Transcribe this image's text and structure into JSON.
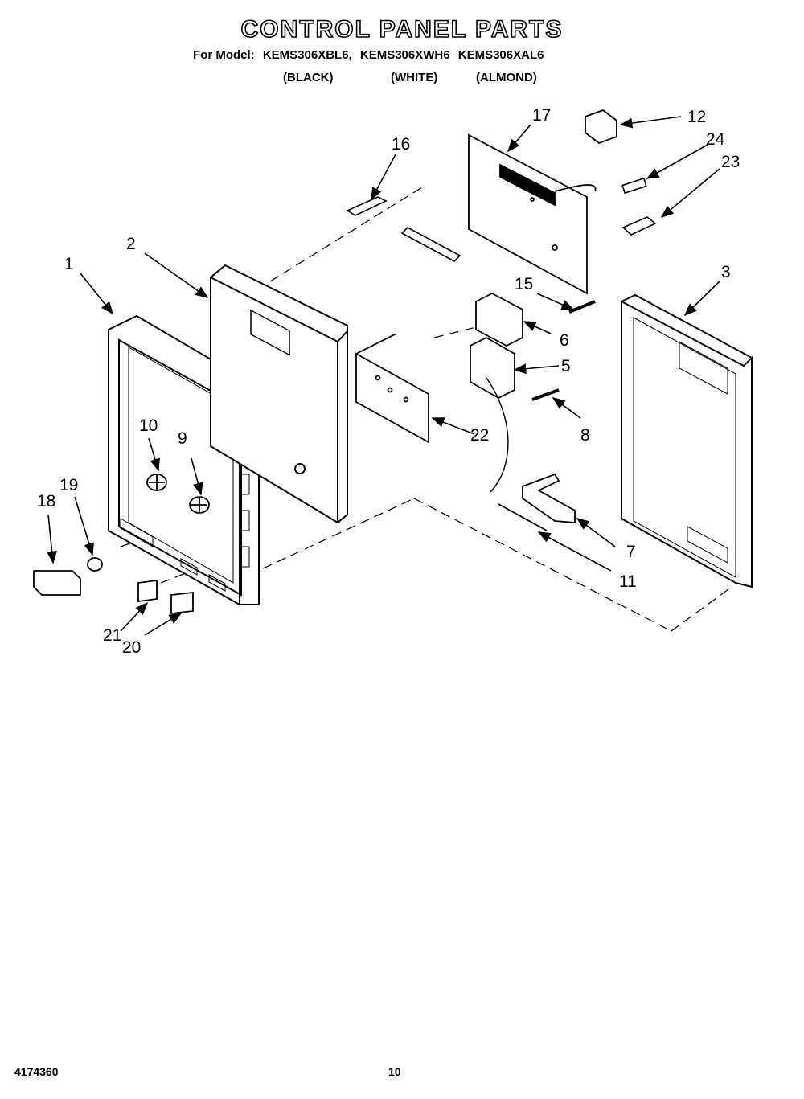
{
  "header": {
    "title": "CONTROL PANEL PARTS",
    "model_prefix": "For Model:",
    "models": [
      "KEMS306XBL6,",
      "KEMS306XWH6",
      "KEMS306XAL6"
    ],
    "colors": [
      "(BLACK)",
      "(WHITE)",
      "(ALMOND)"
    ]
  },
  "callouts": [
    "1",
    "2",
    "3",
    "5",
    "6",
    "7",
    "8",
    "9",
    "10",
    "11",
    "12",
    "15",
    "16",
    "17",
    "18",
    "19",
    "20",
    "21",
    "22",
    "23",
    "24"
  ],
  "footer": {
    "code": "4174360",
    "page": "10"
  }
}
